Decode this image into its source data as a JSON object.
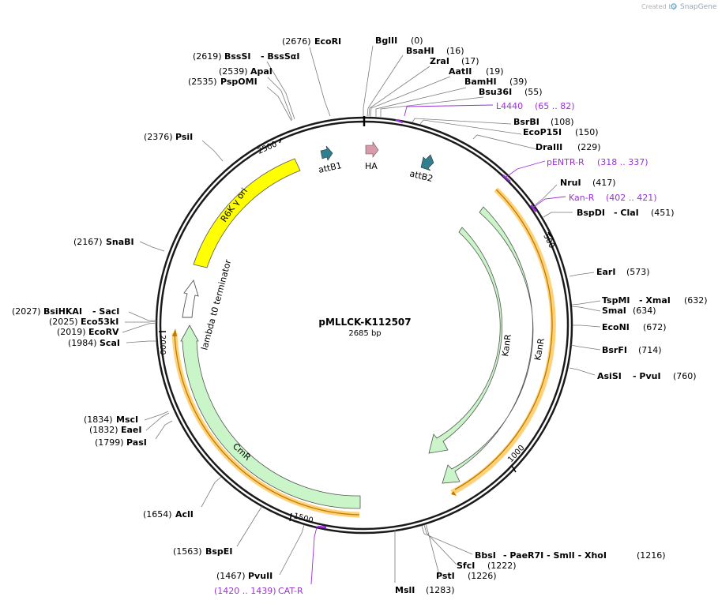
{
  "watermark": {
    "prefix": "Created by",
    "brand": "SnapGene"
  },
  "plasmid": {
    "name": "pMLLCK-K112507",
    "size_label": "2685 bp",
    "length": 2685
  },
  "ticks": [
    "500",
    "1000",
    "1500",
    "2000",
    "2500"
  ],
  "features": [
    {
      "label": "KanR",
      "kind": "cds",
      "color": "#c9f5c9"
    },
    {
      "label": "KanR",
      "kind": "cds",
      "color": "#c9f5c9"
    },
    {
      "label": "CmR",
      "kind": "cds",
      "color": "#c9f5c9"
    },
    {
      "label": "R6K γ ori",
      "kind": "rep_origin",
      "color": "#ffff00"
    },
    {
      "label": "lambda t0 terminator",
      "kind": "terminator",
      "color": "#ffffff"
    },
    {
      "label": "attB1",
      "kind": "site",
      "color": "#2f7f8f"
    },
    {
      "label": "HA",
      "kind": "tag",
      "color": "#d99aa9"
    },
    {
      "label": "attB2",
      "kind": "site",
      "color": "#2f7f8f"
    }
  ],
  "enzymes": [
    {
      "pos": "(2676)",
      "name": "EcoRI"
    },
    {
      "name": "BglII",
      "pos": "(0)"
    },
    {
      "pos": "(2619)",
      "name": "BssSI",
      "extra": "- BssSαI"
    },
    {
      "name": "BsaHI",
      "pos": "(16)"
    },
    {
      "name": "ZraI",
      "pos": "(17)"
    },
    {
      "pos": "(2539)",
      "name": "ApaI"
    },
    {
      "name": "AatII",
      "pos": "(19)"
    },
    {
      "pos": "(2535)",
      "name": "PspOMI"
    },
    {
      "name": "BamHI",
      "pos": "(39)"
    },
    {
      "name": "Bsu36I",
      "pos": "(55)"
    },
    {
      "name": "BsrBI",
      "pos": "(108)"
    },
    {
      "name": "EcoP15I",
      "pos": "(150)"
    },
    {
      "pos": "(2376)",
      "name": "PsiI"
    },
    {
      "name": "DraIII",
      "pos": "(229)"
    },
    {
      "name": "NruI",
      "pos": "(417)"
    },
    {
      "name": "BspDI",
      "extra": "- ClaI",
      "pos": "(451)"
    },
    {
      "pos": "(2167)",
      "name": "SnaBI"
    },
    {
      "name": "EarI",
      "pos": "(573)"
    },
    {
      "name": "TspMI",
      "extra": "- XmaI",
      "pos": "(632)"
    },
    {
      "name": "SmaI",
      "pos": "(634)"
    },
    {
      "pos": "(2027)",
      "name": "BsiHKAI",
      "extra": "- SacI"
    },
    {
      "pos": "(2025)",
      "name": "Eco53kI"
    },
    {
      "pos": "(2019)",
      "name": "EcoRV"
    },
    {
      "name": "EcoNI",
      "pos": "(672)"
    },
    {
      "pos": "(1984)",
      "name": "ScaI"
    },
    {
      "name": "BsrFI",
      "pos": "(714)"
    },
    {
      "name": "AsiSI",
      "extra": "- PvuI",
      "pos": "(760)"
    },
    {
      "pos": "(1834)",
      "name": "MscI"
    },
    {
      "pos": "(1832)",
      "name": "EaeI"
    },
    {
      "pos": "(1799)",
      "name": "PasI"
    },
    {
      "pos": "(1654)",
      "name": "AclI"
    },
    {
      "pos": "(1563)",
      "name": "BspEI"
    },
    {
      "name": "BbsI",
      "extra": "- PaeR7I - SmlI - XhoI",
      "pos": "(1216)"
    },
    {
      "name": "SfcI",
      "pos": "(1222)"
    },
    {
      "pos": "(1467)",
      "name": "PvuII"
    },
    {
      "name": "PstI",
      "pos": "(1226)"
    },
    {
      "name": "MslI",
      "pos": "(1283)"
    }
  ],
  "primers": [
    {
      "name": "L4440",
      "range": "(65 .. 82)"
    },
    {
      "name": "pENTR-R",
      "range": "(318 .. 337)"
    },
    {
      "name": "Kan-R",
      "range": "(402 .. 421)"
    },
    {
      "name": "CAT-R",
      "range": "(1420 .. 1439)"
    }
  ]
}
